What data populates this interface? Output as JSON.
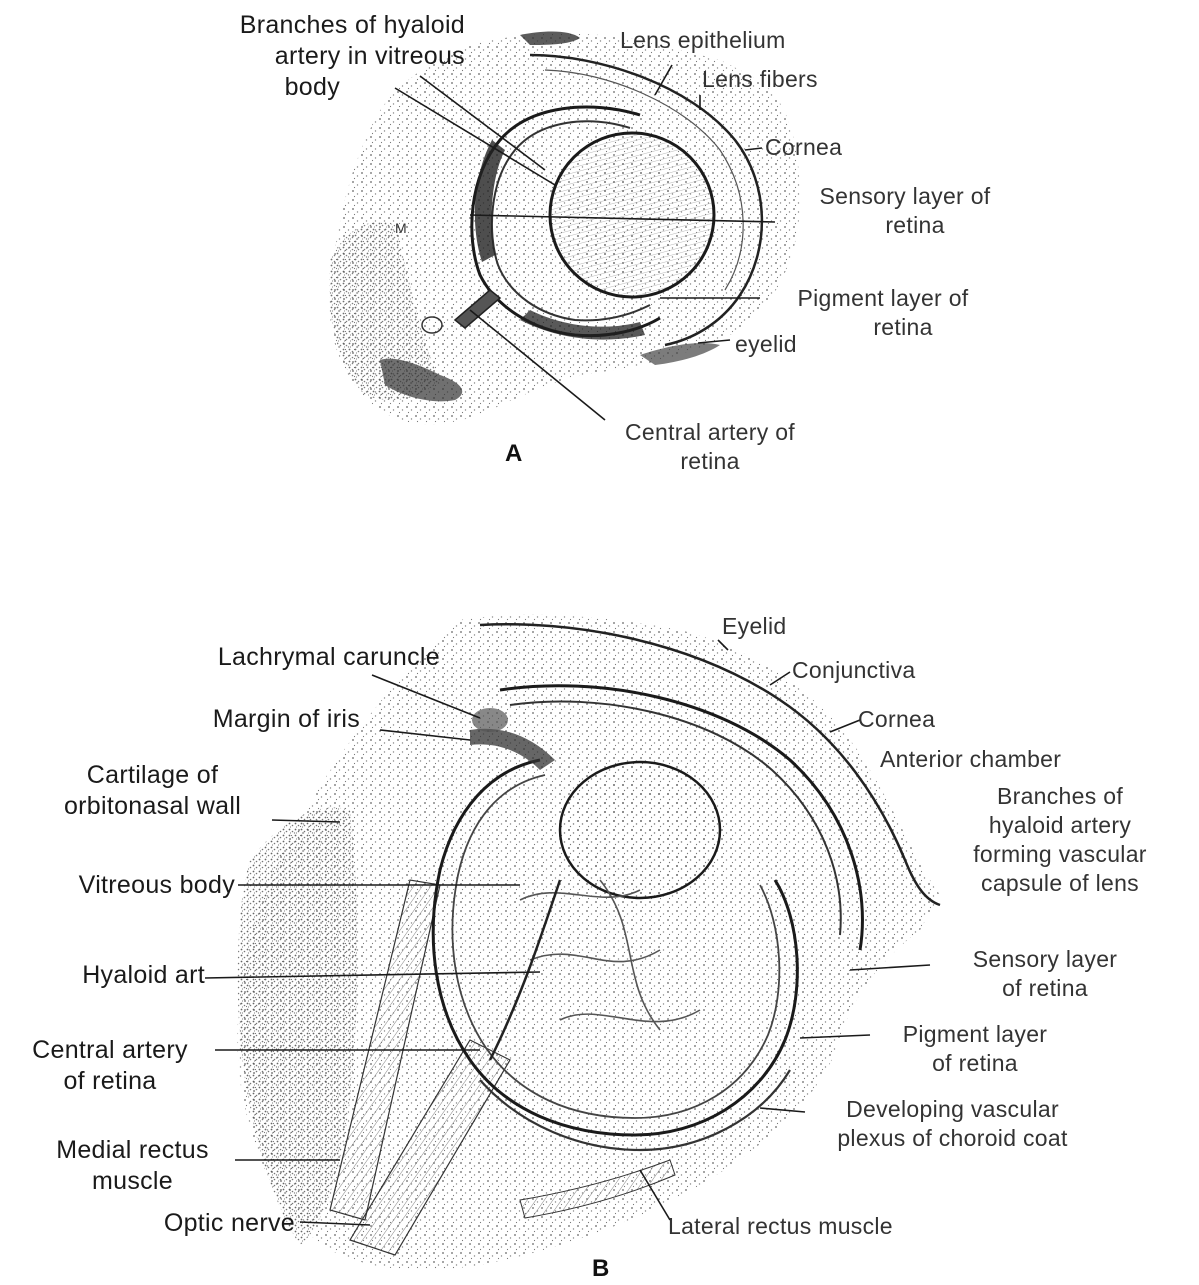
{
  "panel_a": {
    "letter": "A",
    "marker_m": "M",
    "labels": {
      "hyaloid_branches": [
        "Branches of hyaloid",
        "artery in vitreous",
        "body"
      ],
      "lens_epithelium": "Lens epithelium",
      "lens_fibers": "Lens fibers",
      "cornea": "Cornea",
      "sensory_layer": [
        "Sensory layer of",
        "retina"
      ],
      "pigment_layer": [
        "Pigment layer of",
        "retina"
      ],
      "eyelid": "eyelid",
      "central_artery": [
        "Central artery of",
        "retina"
      ]
    }
  },
  "panel_b": {
    "letter": "B",
    "labels": {
      "eyelid": "Eyelid",
      "conjunctiva": "Conjunctiva",
      "cornea": "Cornea",
      "anterior_chamber": "Anterior chamber",
      "hyaloid_branches": [
        "Branches of",
        "hyaloid artery",
        "forming vascular",
        "capsule of lens"
      ],
      "sensory_layer": [
        "Sensory layer",
        "of retina"
      ],
      "pigment_layer": [
        "Pigment layer",
        "of retina"
      ],
      "vascular_plexus": [
        "Developing vascular",
        "plexus of choroid coat"
      ],
      "lateral_rectus": "Lateral rectus muscle",
      "lachrymal_caruncle": "Lachrymal caruncle",
      "margin_of_iris": "Margin of iris",
      "cartilage": [
        "Cartilage of",
        "orbitonasal wall"
      ],
      "vitreous_body": "Vitreous body",
      "hyaloid_art": "Hyaloid art",
      "central_artery": [
        "Central artery",
        "of retina"
      ],
      "medial_rectus": [
        "Medial rectus",
        "muscle"
      ],
      "optic_nerve": "Optic nerve"
    }
  },
  "colors": {
    "ink": "#1a1a1a",
    "stipple": "#555555",
    "paper": "#ffffff"
  }
}
